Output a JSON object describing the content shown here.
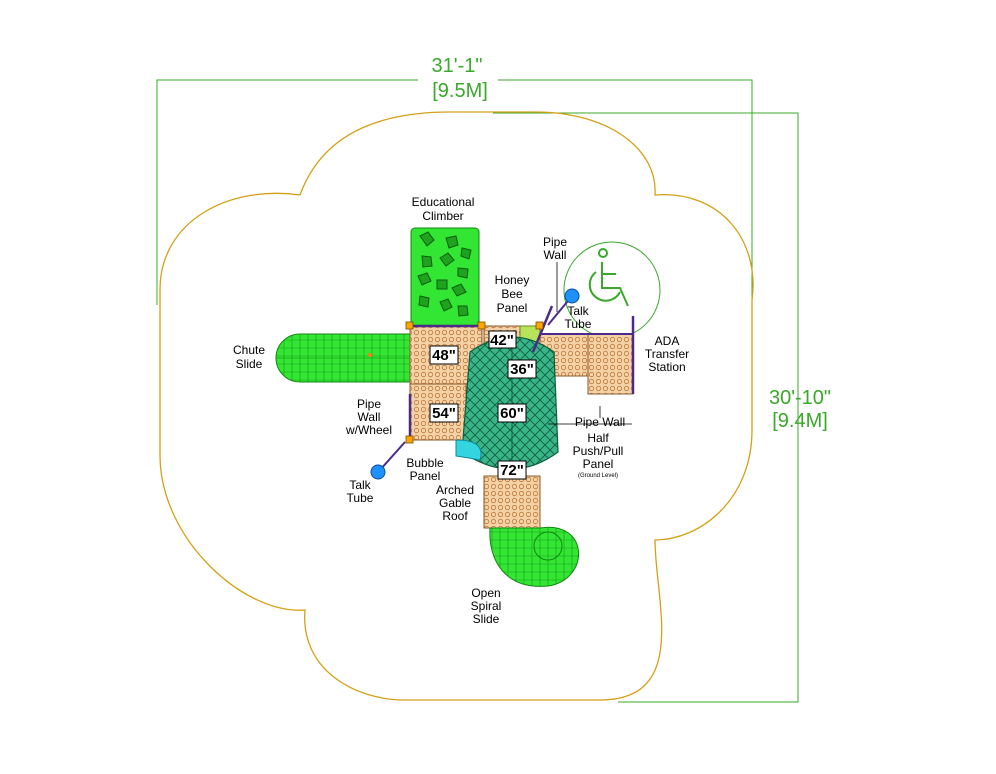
{
  "dimensions": {
    "width_imperial": "31'-1\"",
    "width_metric": "[9.5M]",
    "depth_imperial": "30'-10\"",
    "depth_metric": "[9.4M]"
  },
  "components": {
    "educational_climber": [
      "Educational",
      "Climber"
    ],
    "honey_bee_panel": [
      "Honey",
      "Bee",
      "Panel"
    ],
    "pipe_wall_top": [
      "Pipe",
      "Wall"
    ],
    "talk_tube_right": [
      "Talk",
      "Tube"
    ],
    "ada_transfer_station": [
      "ADA",
      "Transfer",
      "Station"
    ],
    "chute_slide": [
      "Chute",
      "Slide"
    ],
    "pipe_wall_wheel": [
      "Pipe",
      "Wall",
      "w/Wheel"
    ],
    "talk_tube_left": [
      "Talk",
      "Tube"
    ],
    "bubble_panel": [
      "Bubble",
      "Panel"
    ],
    "arched_gable_roof": [
      "Arched",
      "Gable",
      "Roof"
    ],
    "pipe_wall_right": "Pipe Wall",
    "half_push_pull_panel": [
      "Half",
      "Push/Pull",
      "Panel"
    ],
    "ground_level_note": "(Ground Level)",
    "open_spiral_slide": [
      "Open",
      "Spiral",
      "Slide"
    ]
  },
  "decks": {
    "d48": "48\"",
    "d42": "42\"",
    "d36": "36\"",
    "d54": "54\"",
    "d60": "60\"",
    "d72": "72\""
  },
  "colors": {
    "boundary": "#d4a017",
    "dimension": "#3aa82a",
    "slide": "#33e633",
    "roof": "#2e8b57",
    "deck": "#e8b87c",
    "post": "#4b2a8c",
    "talk_tube": "#1e90ff"
  },
  "icons": [
    "accessibility-icon"
  ]
}
